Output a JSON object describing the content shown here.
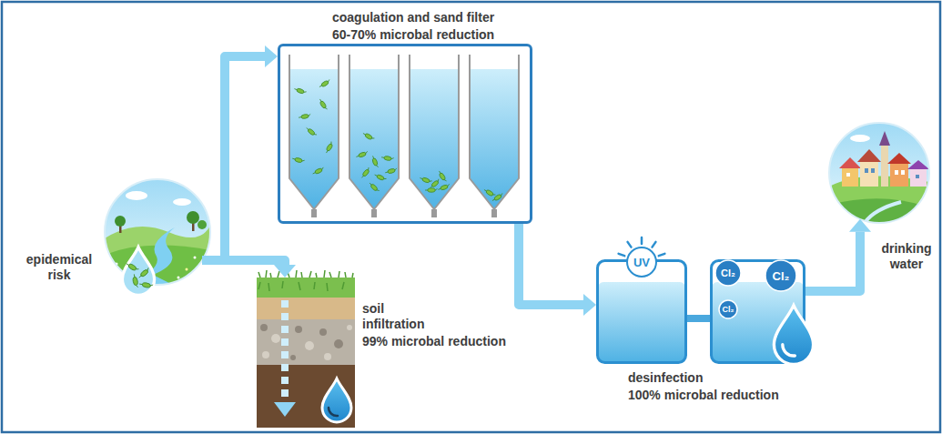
{
  "diagram": {
    "nodes": [
      {
        "text": [
          "epidemical risk"
        ]
      },
      {
        "text": [
          "coagulation and sand filter",
          "60-70% microbal reduction"
        ]
      },
      {
        "text": [
          "soil infiltration",
          "99% microbal reduction"
        ]
      },
      {
        "text": [
          "UV"
        ]
      },
      {
        "text": [
          "Cl₂",
          "Cl₂",
          "Cl₂"
        ]
      },
      {
        "text": [
          "drinking water"
        ]
      }
    ],
    "edges": [
      {
        "from": 0,
        "to": 1,
        "arrow": "to"
      },
      {
        "from": 0,
        "to": 2,
        "arrow": "to"
      },
      {
        "from": 1,
        "to": 3,
        "arrow": "to"
      },
      {
        "from": 3,
        "to": 4,
        "arrow": "none"
      },
      {
        "from": 4,
        "to": 5,
        "arrow": "to"
      }
    ],
    "labels": [
      "desinfection",
      "100% microbal reduction"
    ]
  }
}
